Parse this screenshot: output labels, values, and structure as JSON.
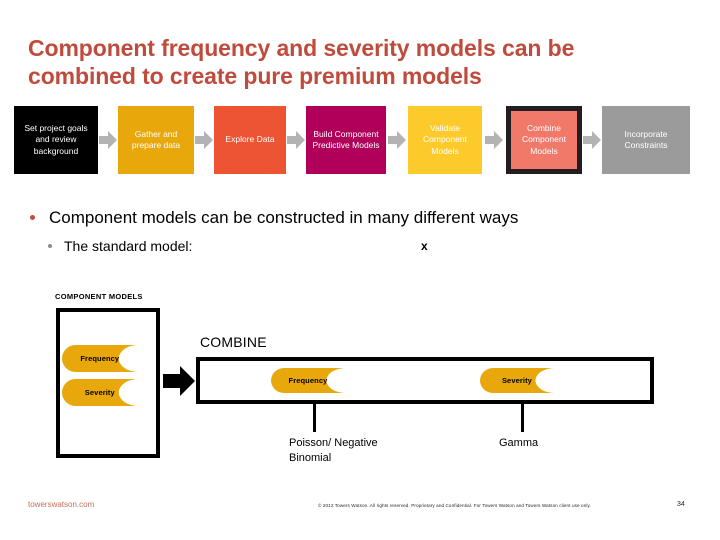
{
  "slide": {
    "title": "Component frequency and severity models can be combined to create pure premium models",
    "title_color": "#c04b3c"
  },
  "process_flow": {
    "arrow_icon": "right-arrow-icon",
    "arrow_color": "#b3b3b3",
    "steps": [
      {
        "label": "Set project goals and review background",
        "fill": "#000000",
        "text_color": "#ffffff",
        "framed": false
      },
      {
        "label": "Gather and prepare data",
        "fill": "#e8a80c",
        "text_color": "#ffffff",
        "framed": false
      },
      {
        "label": "Explore Data",
        "fill": "#ed5434",
        "text_color": "#ffffff",
        "framed": false
      },
      {
        "label": "Build Component Predictive Models",
        "fill": "#b0005a",
        "text_color": "#ffffff",
        "framed": false
      },
      {
        "label": "Validate Component Models",
        "fill": "#fccb2b",
        "text_color": "#ffffff",
        "framed": false
      },
      {
        "label": "Combine Component Models",
        "fill": "#f0796a",
        "text_color": "#ffffff",
        "framed": true
      },
      {
        "label": "Incorporate Constraints",
        "fill": "#9b9b9b",
        "text_color": "#ffffff",
        "framed": false
      }
    ]
  },
  "bullets": {
    "level1": "Component models can be constructed in many different ways",
    "level2": "The standard model:",
    "multiply_symbol": "x",
    "level1_bullet_color": "#c04b3c",
    "level2_bullet_color": "#8c8c8c"
  },
  "diagram": {
    "component_models_label": "COMPONENT MODELS",
    "combine_label": "COMBINE",
    "arrow_icon": "black-right-arrow-icon",
    "pill_color": "#e8a80c",
    "component_pills": [
      {
        "label": "Frequency"
      },
      {
        "label": "Severity"
      }
    ],
    "combine_pills": [
      {
        "label": "Frequency"
      },
      {
        "label": "Severity"
      }
    ],
    "distributions": [
      {
        "label": "Poisson/ Negative Binomial"
      },
      {
        "label": "Gamma"
      }
    ]
  },
  "footer": {
    "url": "towerswatson.com",
    "copyright": "© 2012 Towers Watson. All rights reserved. Proprietary and Confidential. For Towers Watson and Towers Watson client use only.",
    "page_number": "34"
  }
}
